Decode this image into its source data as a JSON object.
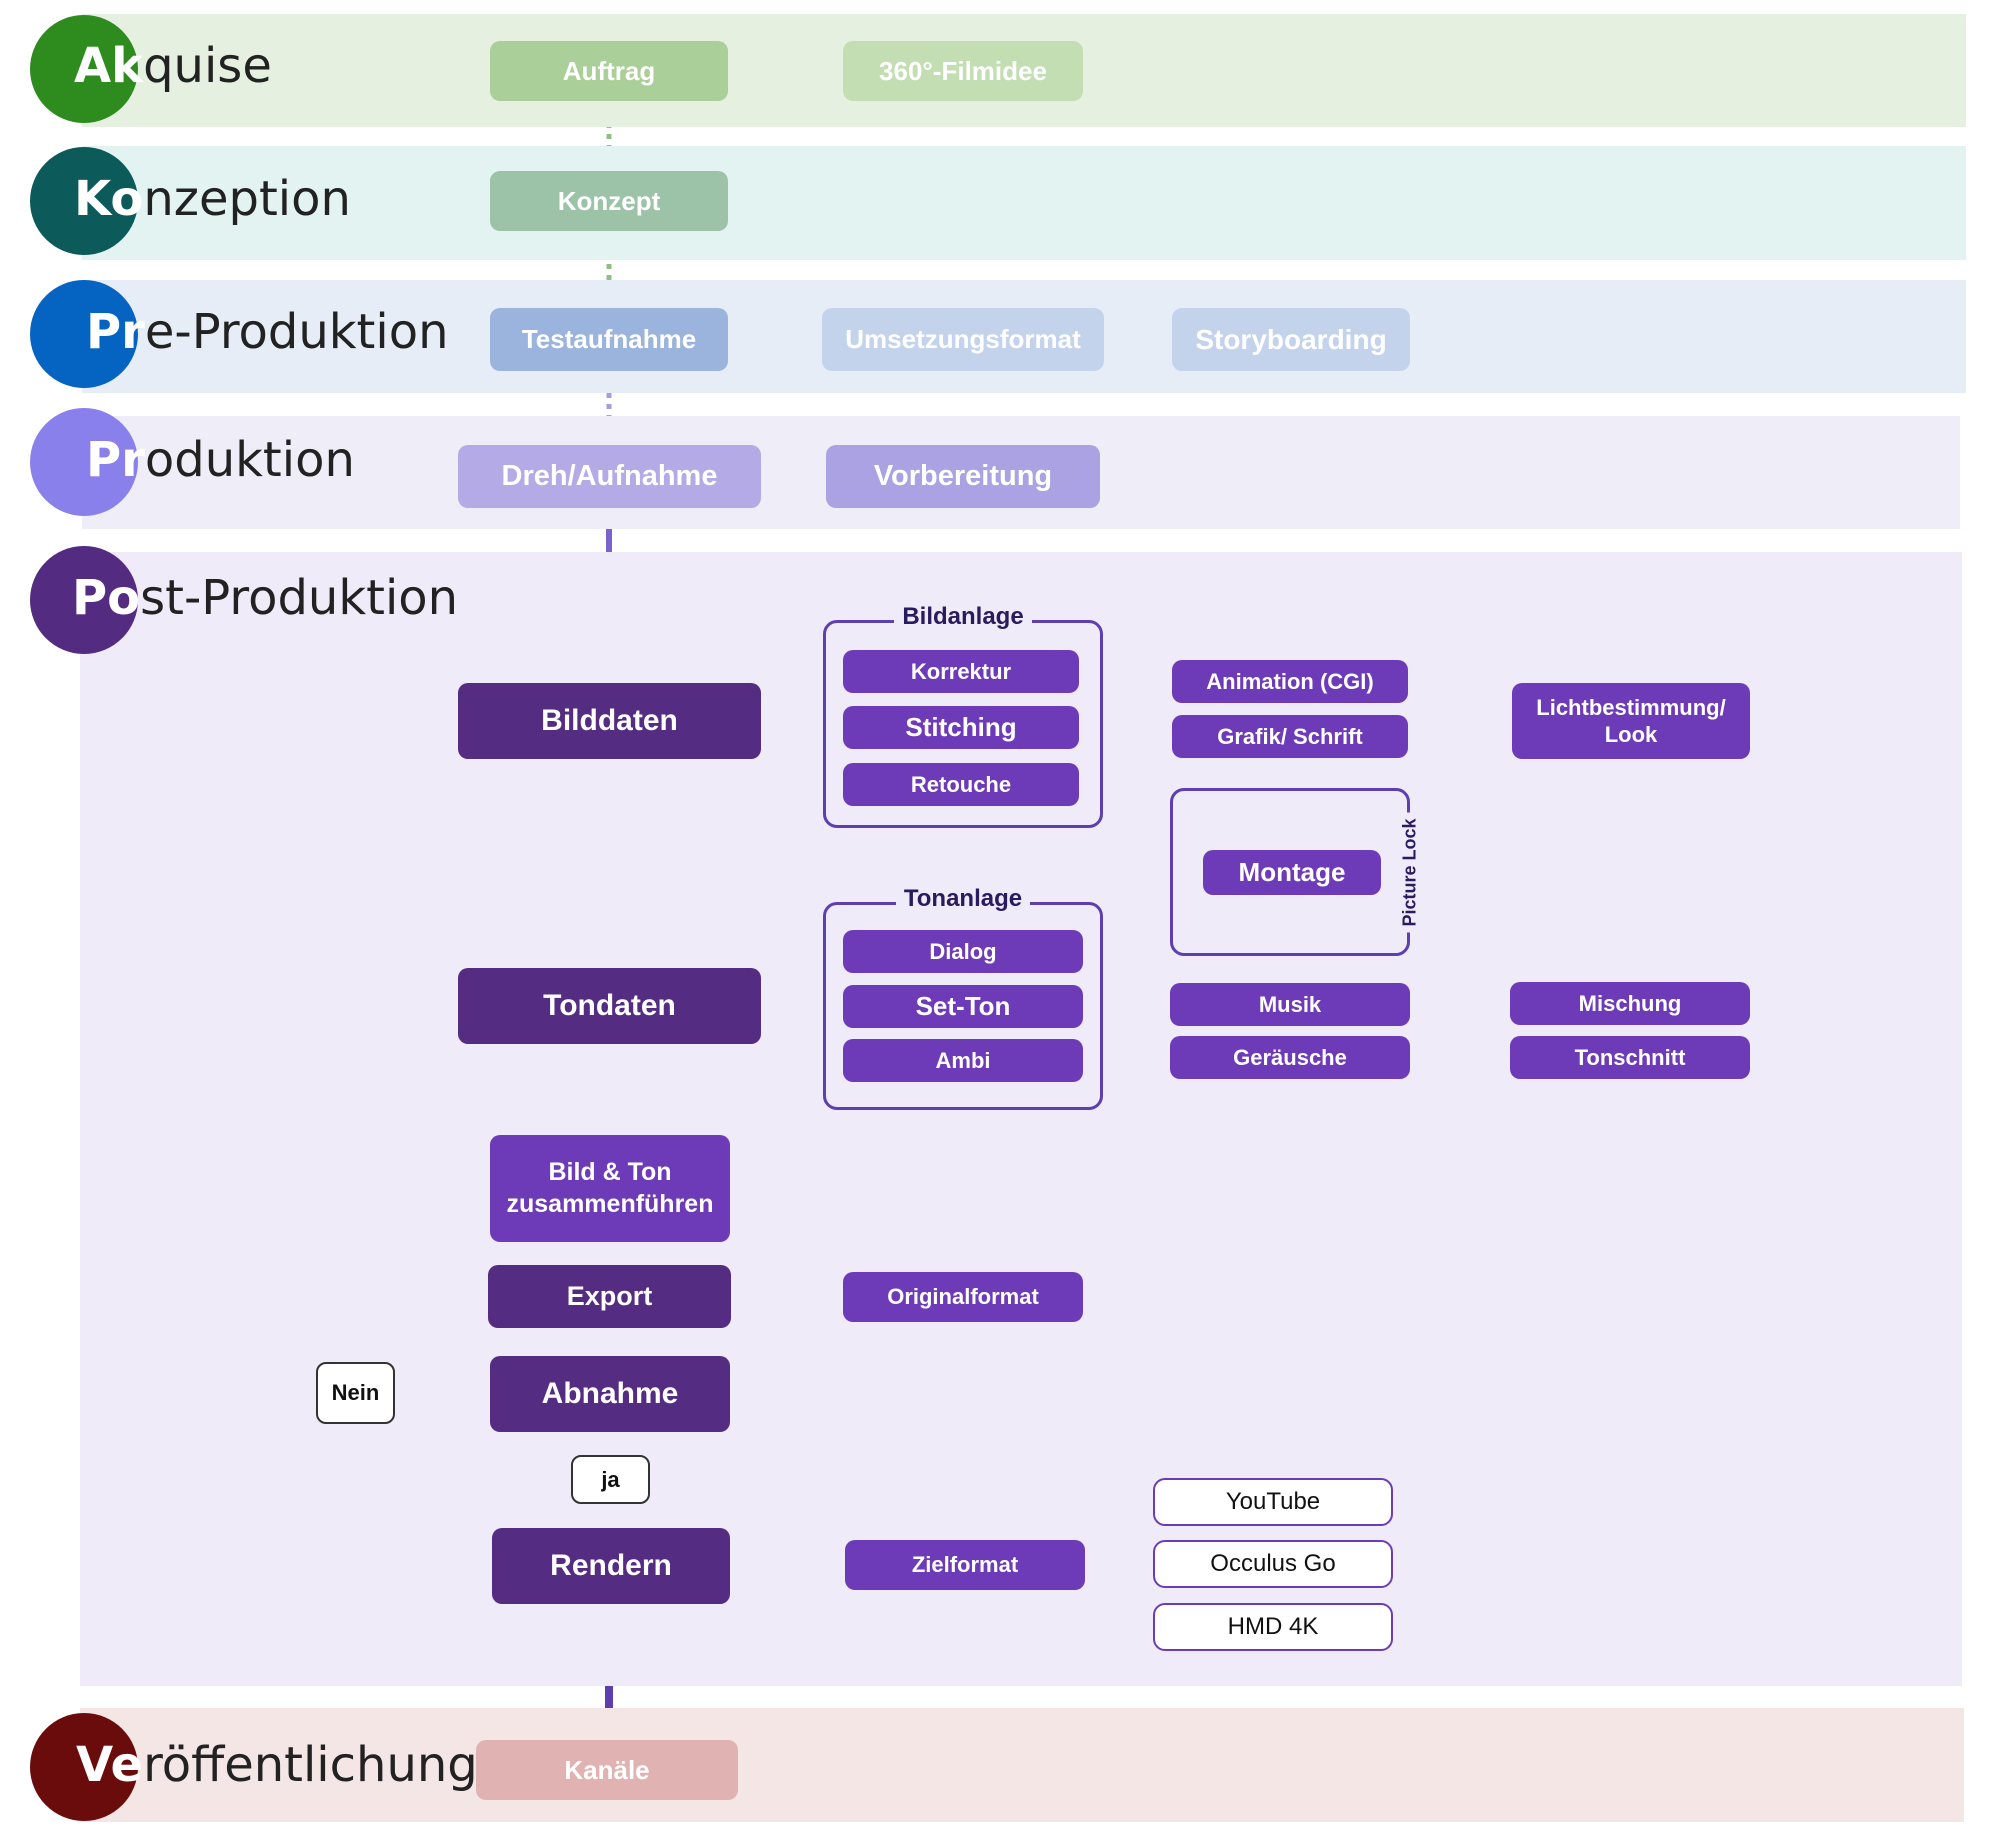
{
  "phases": {
    "akquise": {
      "initials": "Ak",
      "rest": "quise",
      "color": "#2e8b1e",
      "band_color": "#e6f0e1"
    },
    "konzeption": {
      "initials": "Ko",
      "rest": "nzeption",
      "color": "#0d5a5a",
      "band_color": "#e2f3f2"
    },
    "preproduktion": {
      "initials": "Pr",
      "rest": "e-Produktion",
      "color": "#0563c1",
      "band_color": "#e6edf7"
    },
    "produktion": {
      "initials": "Pr",
      "rest": "oduktion",
      "color": "#8a80ec",
      "band_color": "#efedf8"
    },
    "postproduktion": {
      "initials": "Po",
      "rest": "st-Produktion",
      "color": "#532b80",
      "band_color": "#f0ebf8"
    },
    "veroeffentlichung": {
      "initials": "Ve",
      "rest": "röffentlichung",
      "color": "#6b0c0c",
      "band_color": "#f3e6e5"
    }
  },
  "nodes": {
    "auftrag": "Auftrag",
    "filmidee": "360°-Filmidee",
    "konzept": "Konzept",
    "testaufnahme": "Testaufnahme",
    "umsetzungsformat": "Umsetzungsformat",
    "storyboarding": "Storyboarding",
    "dreh": "Dreh/Aufnahme",
    "vorbereitung": "Vorbereitung",
    "bilddaten": "Bilddaten",
    "tondaten": "Tondaten",
    "bildanlage": {
      "title": "Bildanlage",
      "items": [
        "Korrektur",
        "Stitching",
        "Retouche"
      ]
    },
    "tonanlage": {
      "title": "Tonanlage",
      "items": [
        "Dialog",
        "Set-Ton",
        "Ambi"
      ]
    },
    "animation": "Animation (CGI)",
    "grafik": "Grafik/ Schrift",
    "montage": "Montage",
    "picture_lock": "Picture Lock",
    "musik": "Musik",
    "geraeusche": "Geräusche",
    "lichtbestimmung": "Lichtbestimmung/ Look",
    "mischung": "Mischung",
    "tonschnitt": "Tonschnitt",
    "zusammenfuehren": "Bild & Ton zusammenführen",
    "export": "Export",
    "originalformat": "Originalformat",
    "abnahme": "Abnahme",
    "nein": "Nein",
    "ja": "ja",
    "rendern": "Rendern",
    "zielformat": "Zielformat",
    "targets": [
      "YouTube",
      "Occulus Go",
      "HMD 4K"
    ],
    "kanaele": "Kanäle"
  },
  "colors": {
    "akquise_node": "#aacf98",
    "konzept_node": "#9cc3a8",
    "pre_node": "#9ab4dd",
    "pre_node_light": "#c3d3ec",
    "prod_node": "#b3aae6",
    "kanaele_node": "#e0b3b2",
    "connector": "#5d3fb0",
    "dark_node": "#542c82",
    "purple_node": "#6e3bb8"
  }
}
